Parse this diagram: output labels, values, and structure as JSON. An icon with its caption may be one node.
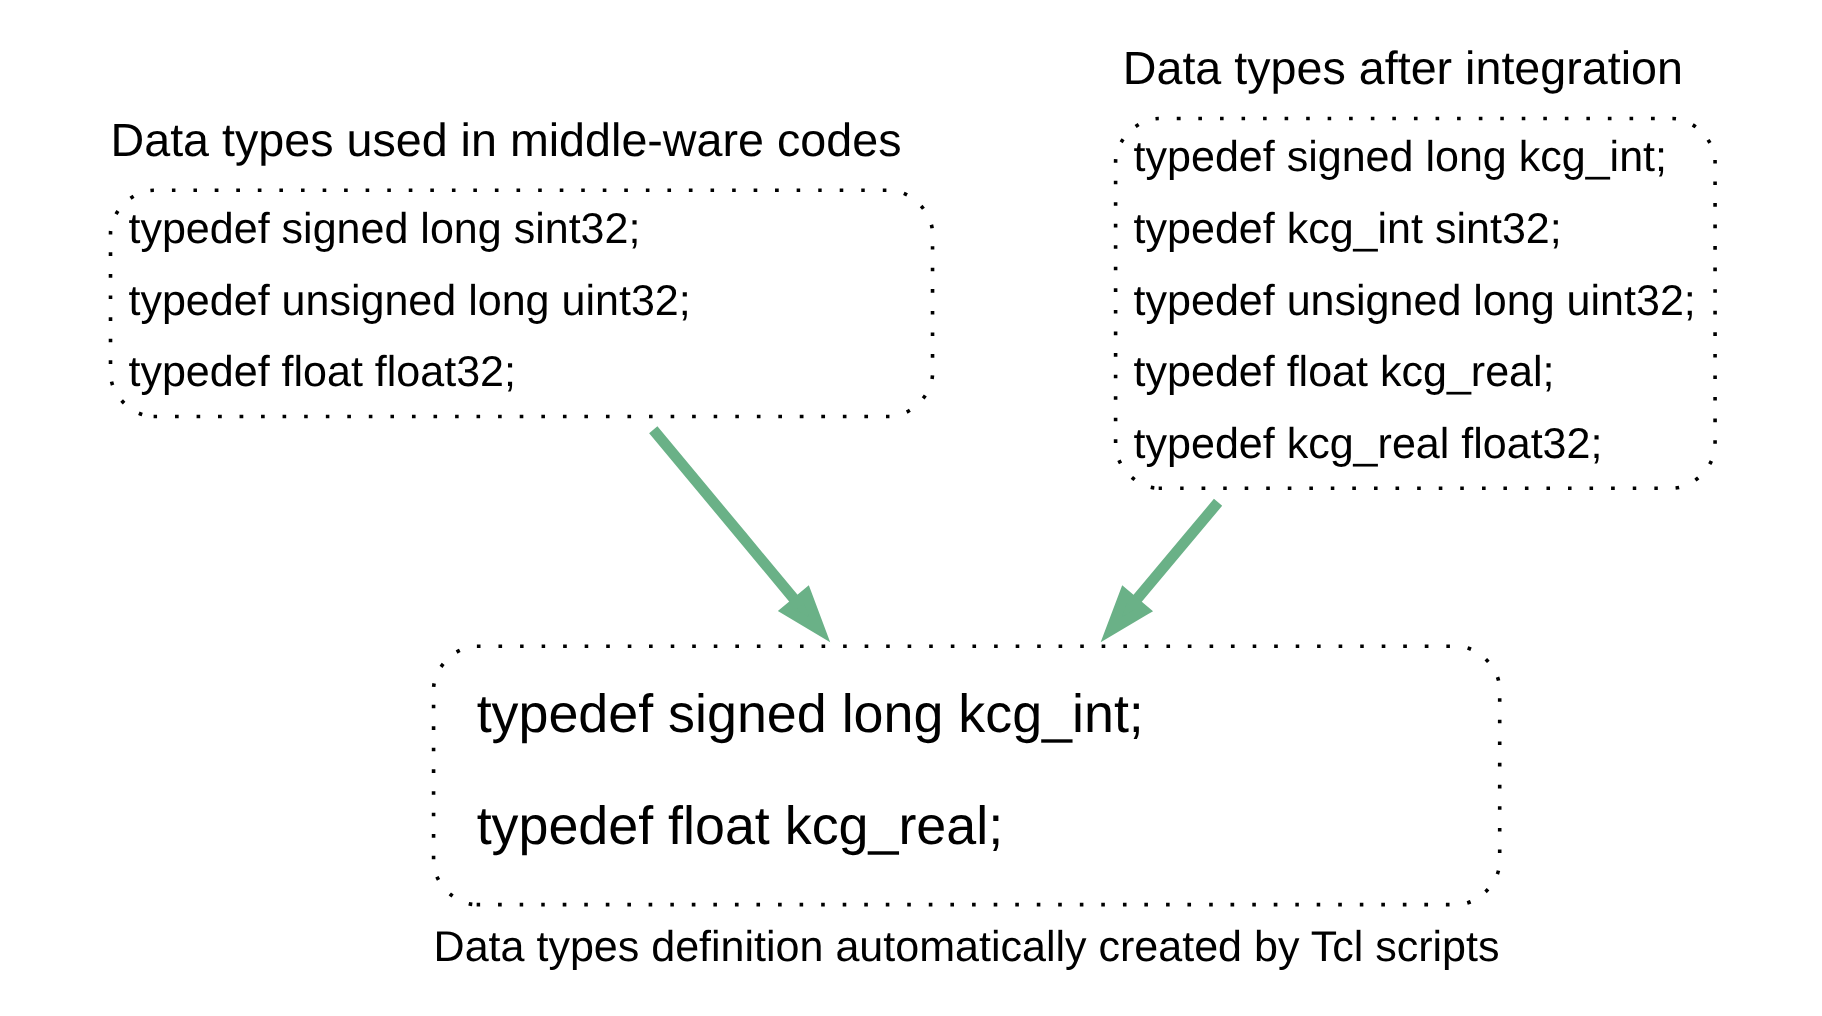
{
  "diagram": {
    "nodes": [
      {
        "text": [
          "Data types used in middle-ware codes",
          "typedef signed long sint32;",
          "typedef unsigned long uint32;",
          "typedef float float32;"
        ]
      },
      {
        "text": [
          "Data types after integration",
          "typedef signed long kcg_int;",
          "typedef kcg_int sint32;",
          "typedef unsigned long uint32;",
          "typedef float kcg_real;",
          "typedef kcg_real float32;"
        ]
      },
      {
        "text": [
          "typedef signed long kcg_int;",
          "typedef float kcg_real;"
        ],
        "beside": [
          "Data types definition automatically created by Tcl scripts"
        ]
      }
    ],
    "edges": [
      {
        "from": 0,
        "to": 2,
        "arrow": "to",
        "color": "#6ab187"
      },
      {
        "from": 1,
        "to": 2,
        "arrow": "to",
        "color": "#6ab187"
      }
    ]
  }
}
